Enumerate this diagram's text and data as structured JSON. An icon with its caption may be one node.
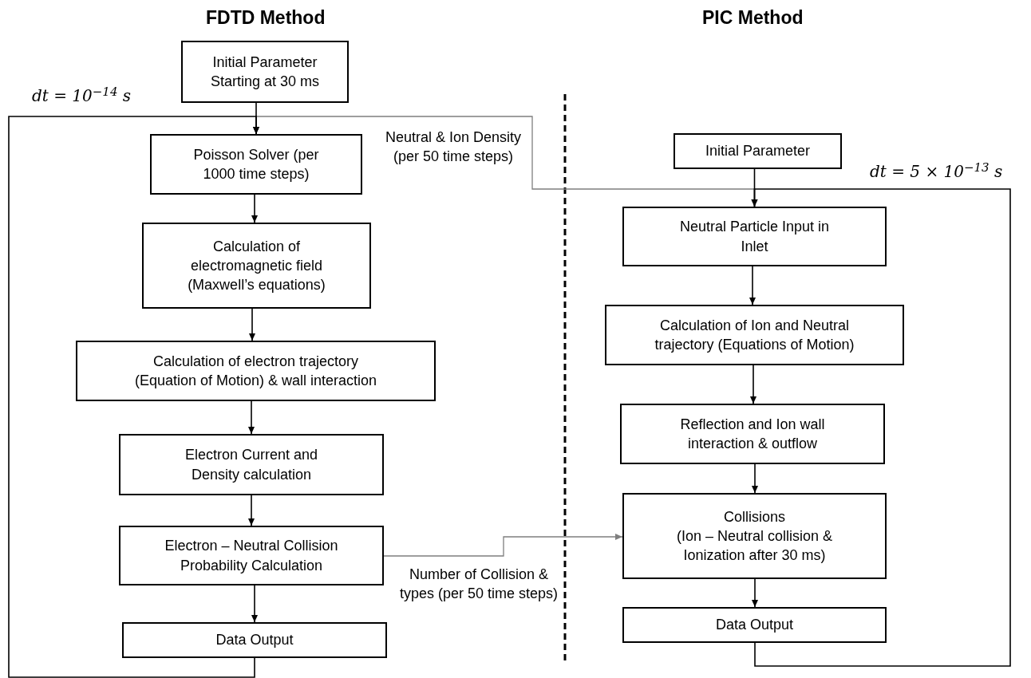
{
  "diagram": {
    "nodes": [
      {
        "text": [
          "Initial Parameter Starting at 30 ms"
        ]
      },
      {
        "text": [
          "Poisson Solver (per 1000 time steps)"
        ]
      },
      {
        "text": [
          "Calculation of electromagnetic field (Maxwell’s equations)"
        ]
      },
      {
        "text": [
          "Calculation of electron trajectory (Equation of Motion) & wall interaction"
        ]
      },
      {
        "text": [
          "Electron Current and Density calculation"
        ]
      },
      {
        "text": [
          "Electron – Neutral Collision Probability Calculation"
        ]
      },
      {
        "text": [
          "Data Output"
        ]
      },
      {
        "text": [
          "Initial Parameter"
        ]
      },
      {
        "text": [
          "Neutral Particle Input in Inlet"
        ]
      },
      {
        "text": [
          "Calculation of Ion and Neutral trajectory (Equations of Motion)"
        ]
      },
      {
        "text": [
          "Reflection and Ion wall interaction & outflow"
        ]
      },
      {
        "text": [
          "Collisions",
          "(Ion – Neutral collision & Ionization after 30 ms)"
        ]
      },
      {
        "text": [
          "Data Output"
        ]
      }
    ],
    "edges": [
      {
        "from": 0,
        "to": 1,
        "arrow": "to"
      },
      {
        "from": 1,
        "to": 2,
        "arrow": "to"
      },
      {
        "from": 2,
        "to": 3,
        "arrow": "to"
      },
      {
        "from": 3,
        "to": 4,
        "arrow": "to"
      },
      {
        "from": 4,
        "to": 5,
        "arrow": "to"
      },
      {
        "from": 5,
        "to": 6,
        "arrow": "to"
      },
      {
        "from": 6,
        "to": 1,
        "arrow": "to",
        "label": "dt = 10$^{−14}$ s"
      },
      {
        "from": 8,
        "to": 1,
        "arrow": "to",
        "label": "Neutral & Ion Density (per 50 time steps)",
        "color": "#7f7f7f"
      },
      {
        "from": 5,
        "to": 11,
        "arrow": "to",
        "label": "Number of Collision & types (per 50 time steps)",
        "color": "#7f7f7f"
      },
      {
        "from": 7,
        "to": 8,
        "arrow": "to"
      },
      {
        "from": 8,
        "to": 9,
        "arrow": "to"
      },
      {
        "from": 9,
        "to": 10,
        "arrow": "to"
      },
      {
        "from": 10,
        "to": 11,
        "arrow": "to"
      },
      {
        "from": 11,
        "to": 12,
        "arrow": "to"
      },
      {
        "from": 12,
        "to": 8,
        "arrow": "to",
        "label": "dt = 5 × 10$^{−13}$  s"
      }
    ],
    "labels": [
      "FDTD Method",
      "PIC Method"
    ]
  }
}
